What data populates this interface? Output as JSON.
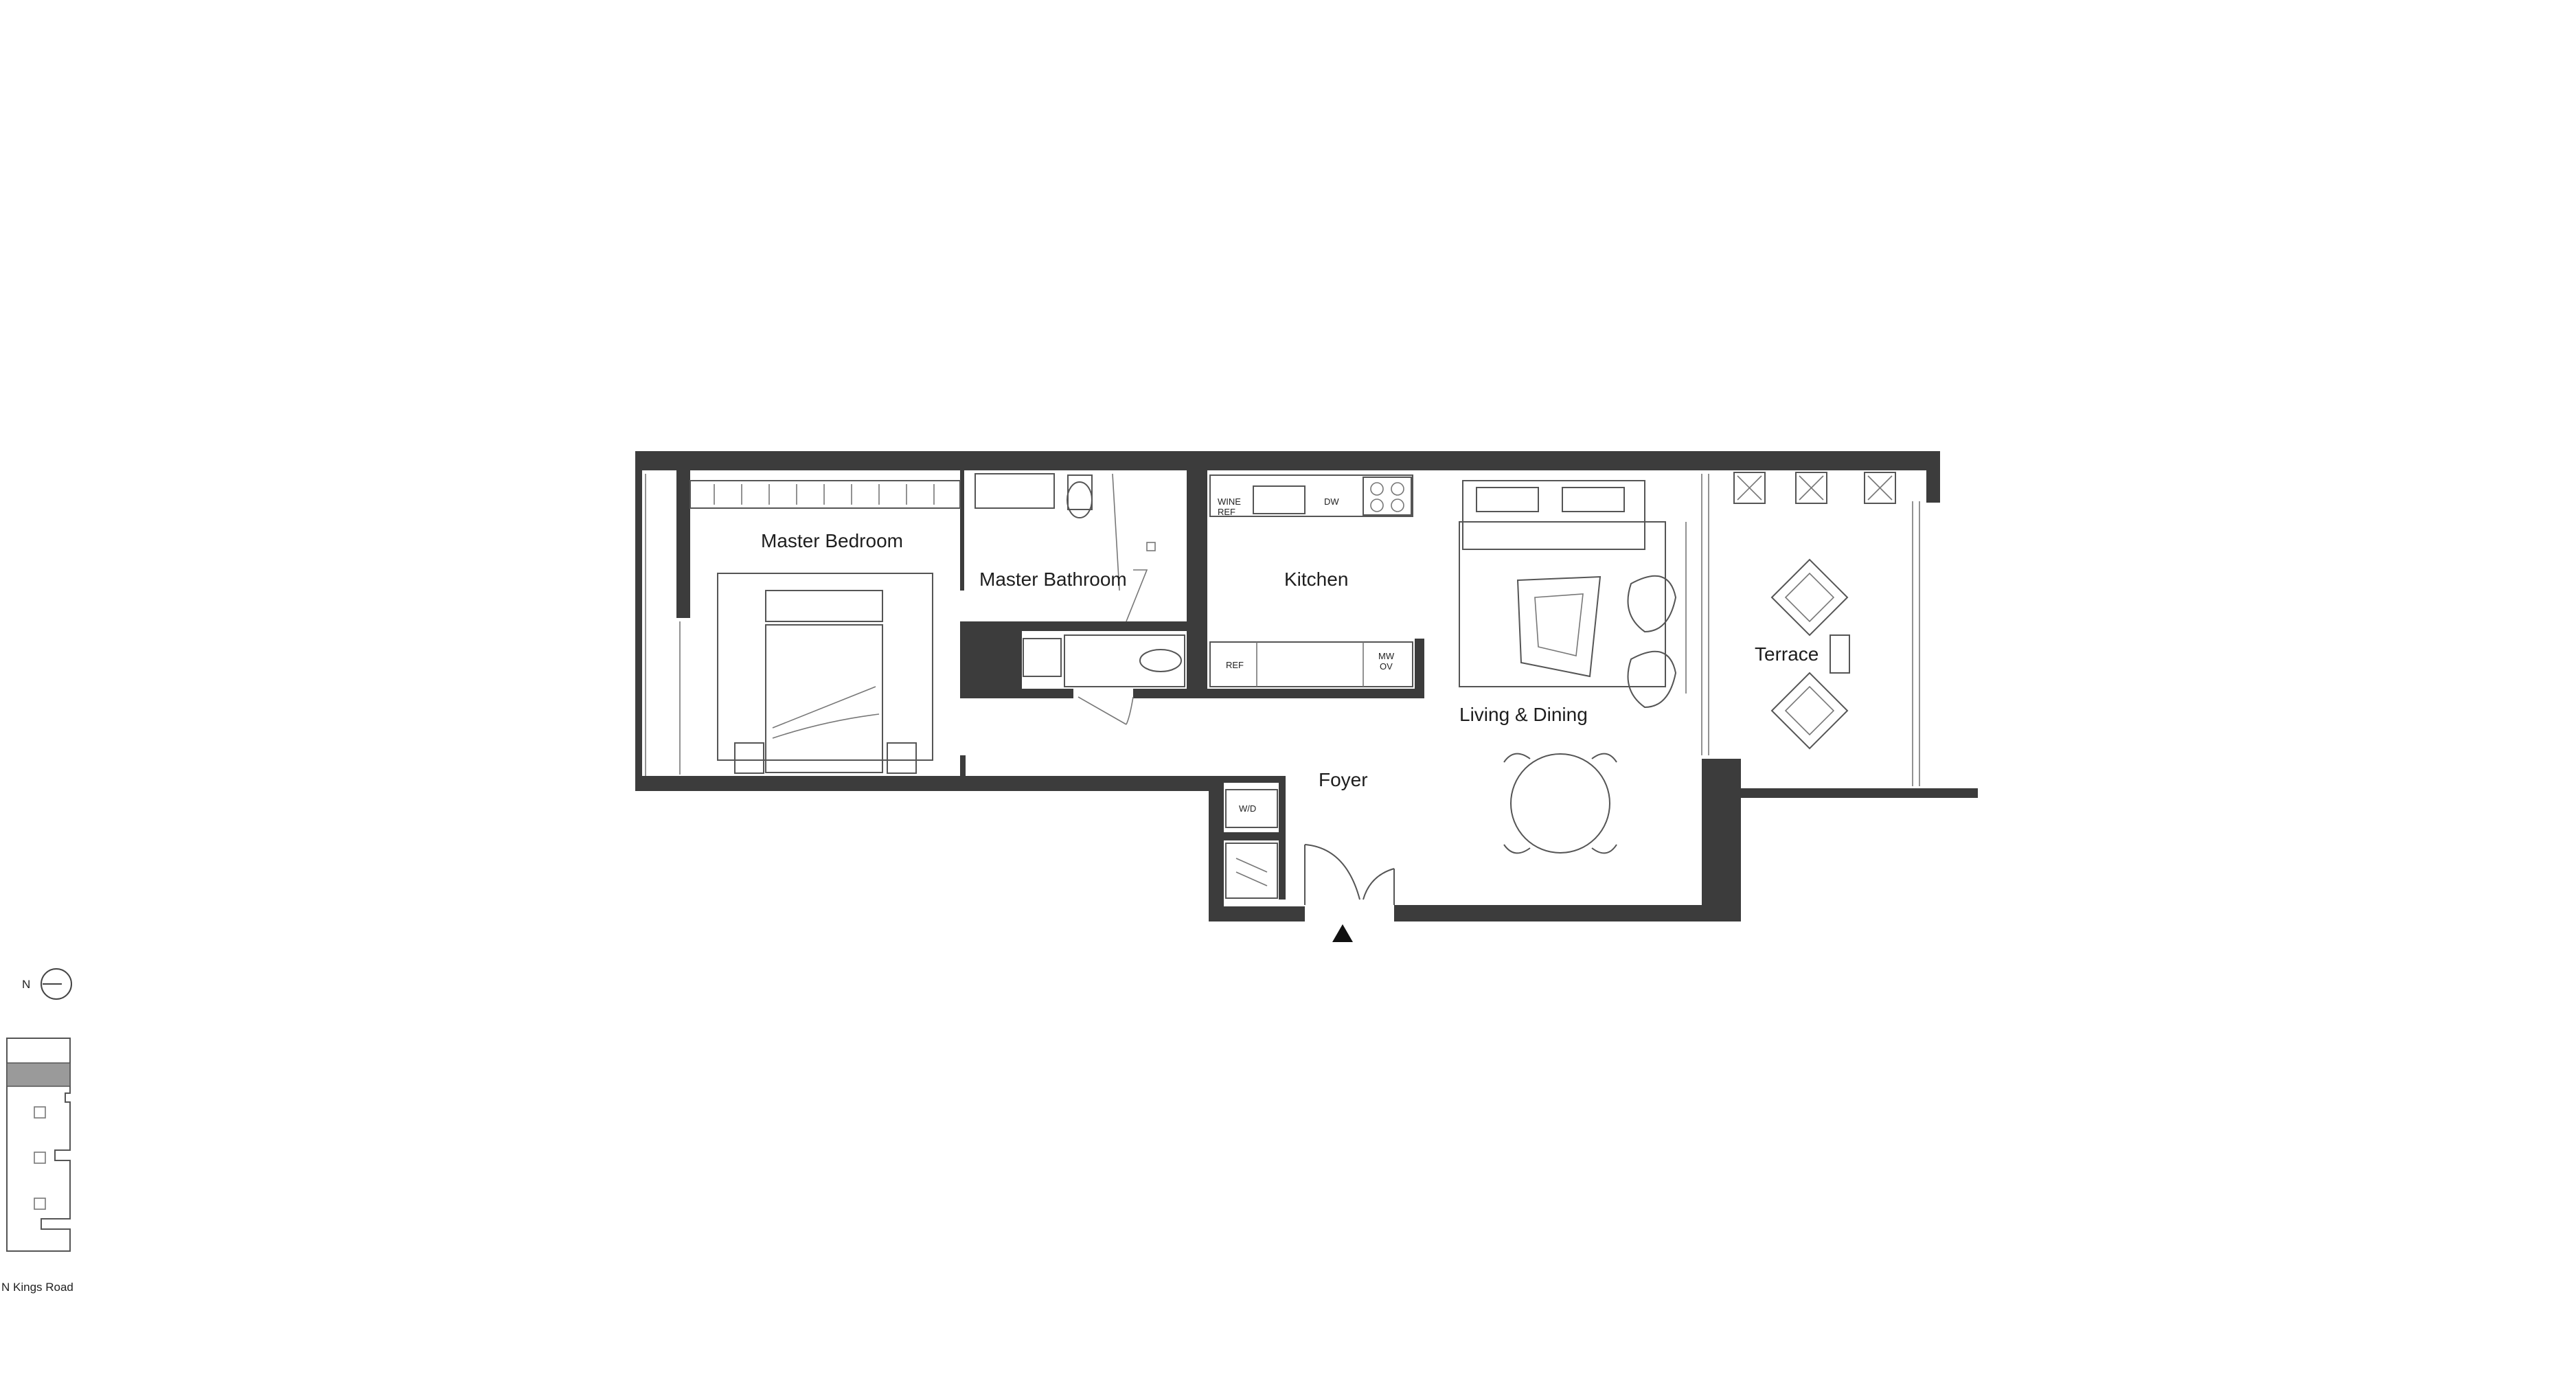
{
  "rooms": {
    "master_bedroom": "Master Bedroom",
    "master_bathroom": "Master Bathroom",
    "kitchen": "Kitchen",
    "living_dining": "Living & Dining",
    "terrace": "Terrace",
    "foyer": "Foyer"
  },
  "appliances": {
    "wine_ref_line1": "WINE",
    "wine_ref_line2": "REF",
    "dishwasher": "DW",
    "refrigerator": "REF",
    "mw_line1": "MW",
    "mw_line2": "OV",
    "washer_dryer": "W/D"
  },
  "key_plan": {
    "north_label": "N",
    "street_label": "N Kings Road"
  },
  "colors": {
    "wall": "#3c3c3c",
    "highlight_unit": "#9a9a9a"
  }
}
